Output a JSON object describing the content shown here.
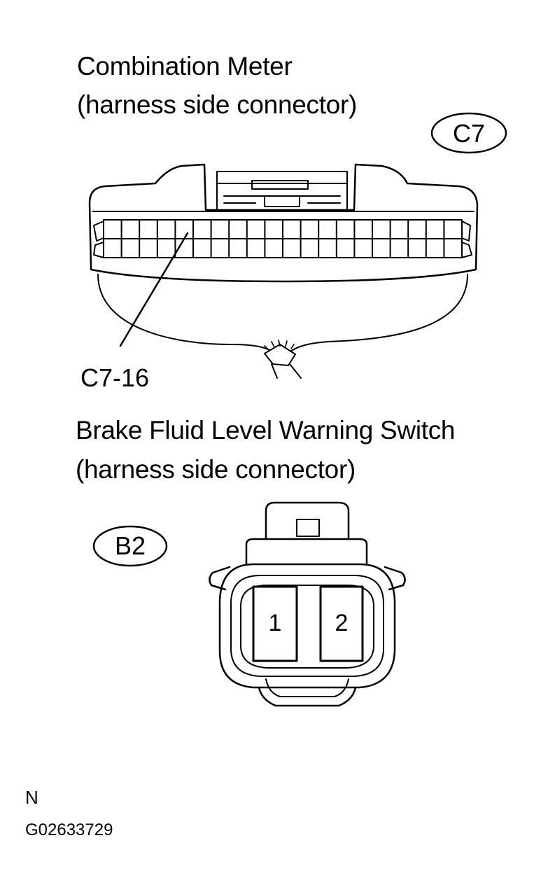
{
  "meter": {
    "title_line1": "Combination Meter",
    "title_line2": "(harness side connector)",
    "connector_code": "C7",
    "pin_callout": "C7-16"
  },
  "switch": {
    "title_line1": "Brake Fluid Level Warning Switch",
    "title_line2": "(harness side connector)",
    "connector_code": "B2",
    "pins": [
      "1",
      "2"
    ]
  },
  "footer": {
    "letter": "N",
    "figure_id": "G02633729"
  }
}
